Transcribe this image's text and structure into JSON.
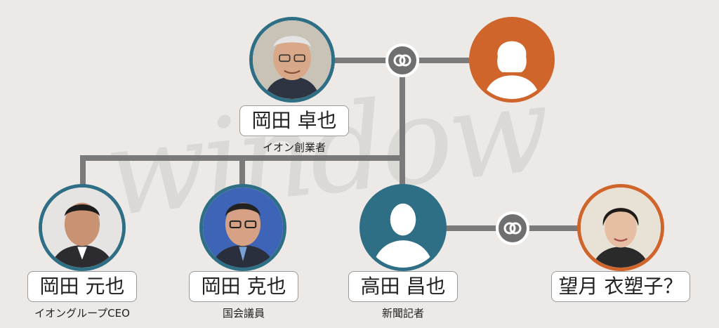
{
  "watermark": "window",
  "people": [
    {
      "id": "takuya",
      "name": "岡田 卓也",
      "role": "イオン創業者",
      "gender": "male",
      "photo": "elderly-man"
    },
    {
      "id": "wife",
      "name": "",
      "role": "",
      "gender": "female",
      "photo": "silhouette"
    },
    {
      "id": "motoya",
      "name": "岡田 元也",
      "role": "イオングループCEO",
      "gender": "male",
      "photo": "man-suit"
    },
    {
      "id": "katsuya",
      "name": "岡田 克也",
      "role": "国会議員",
      "gender": "male",
      "photo": "man-glasses"
    },
    {
      "id": "masaya",
      "name": "高田 昌也",
      "role": "新聞記者",
      "gender": "male",
      "photo": "silhouette"
    },
    {
      "id": "isoko",
      "name": "望月 衣塑子？",
      "role": "",
      "gender": "female",
      "photo": "woman-short-hair"
    }
  ],
  "colors": {
    "male": "#2e6f85",
    "female": "#d0652b",
    "line": "#7a7a7a",
    "link": "#6f6f6f"
  },
  "icons": {
    "marriage": "marriage-rings-icon"
  }
}
